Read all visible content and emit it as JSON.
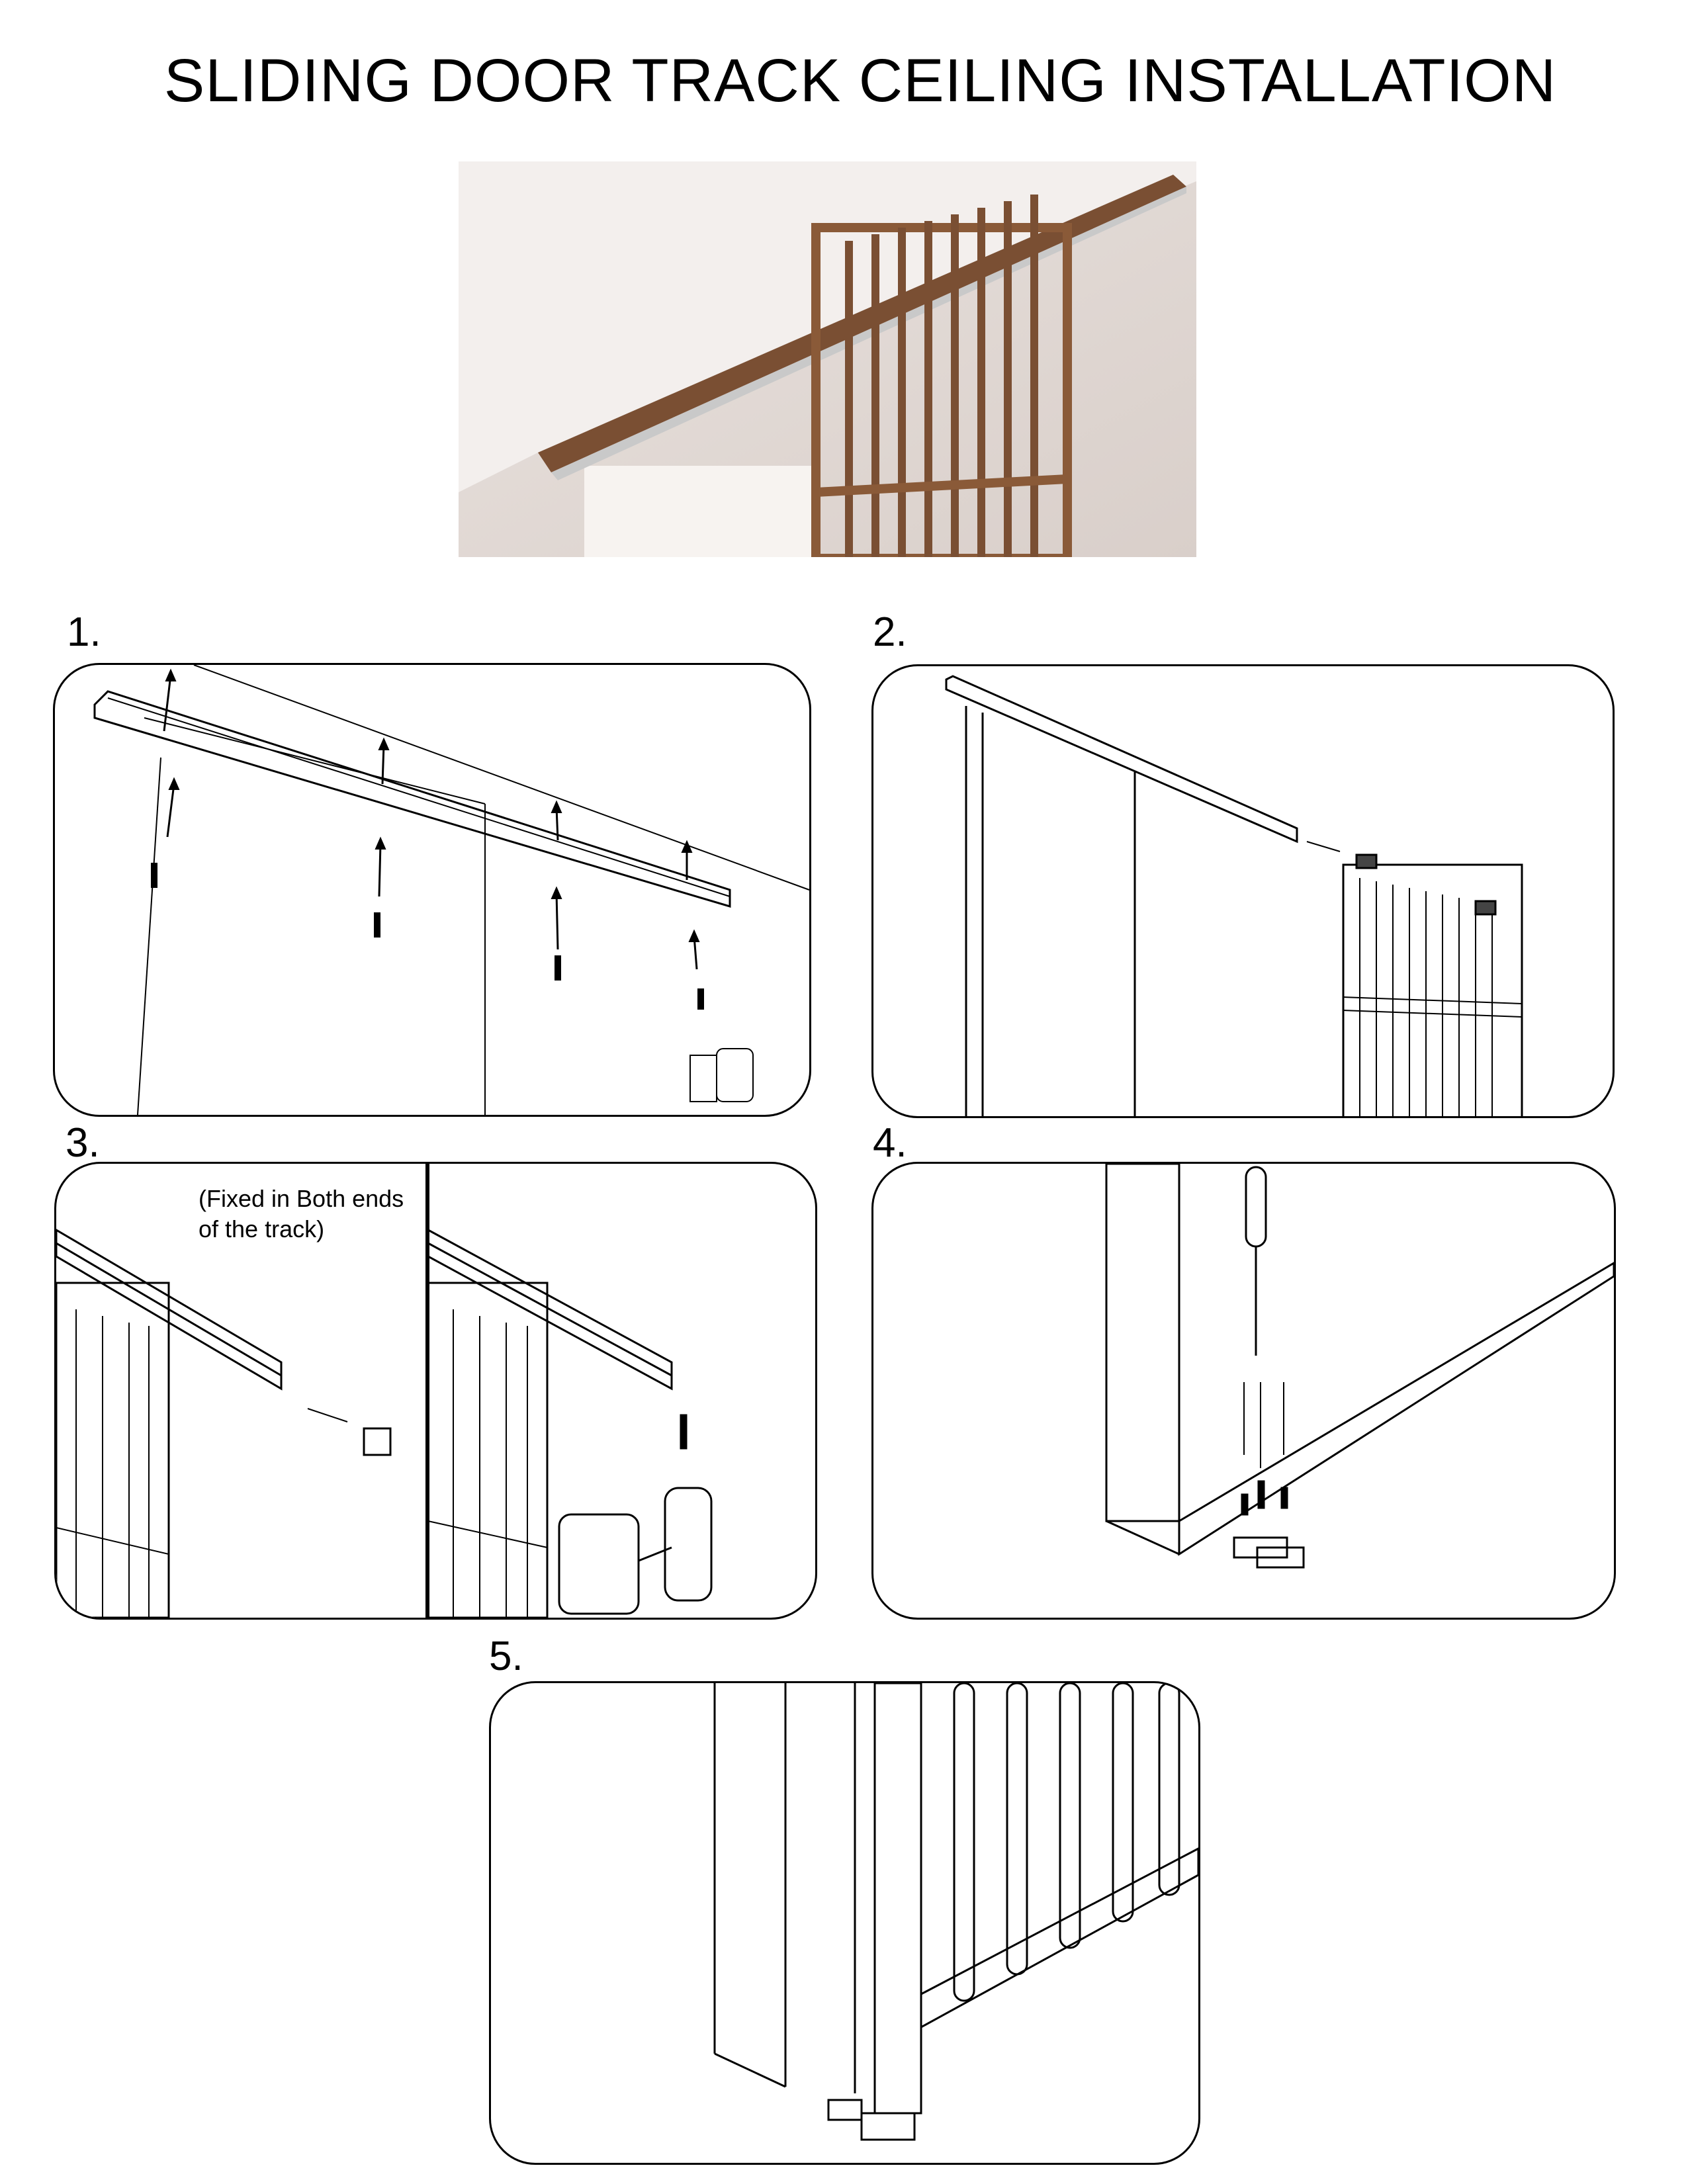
{
  "title": "SLIDING DOOR TRACK CEILING INSTALLATION",
  "steps": [
    {
      "label": "1."
    },
    {
      "label": "2."
    },
    {
      "label": "3.",
      "note_line1": "(Fixed in Both ends",
      "note_line2": "of the track)"
    },
    {
      "label": "4."
    },
    {
      "label": "5."
    }
  ],
  "colors": {
    "wood": "#7a4f33",
    "wall": "#efe8e4",
    "line": "#000000"
  }
}
